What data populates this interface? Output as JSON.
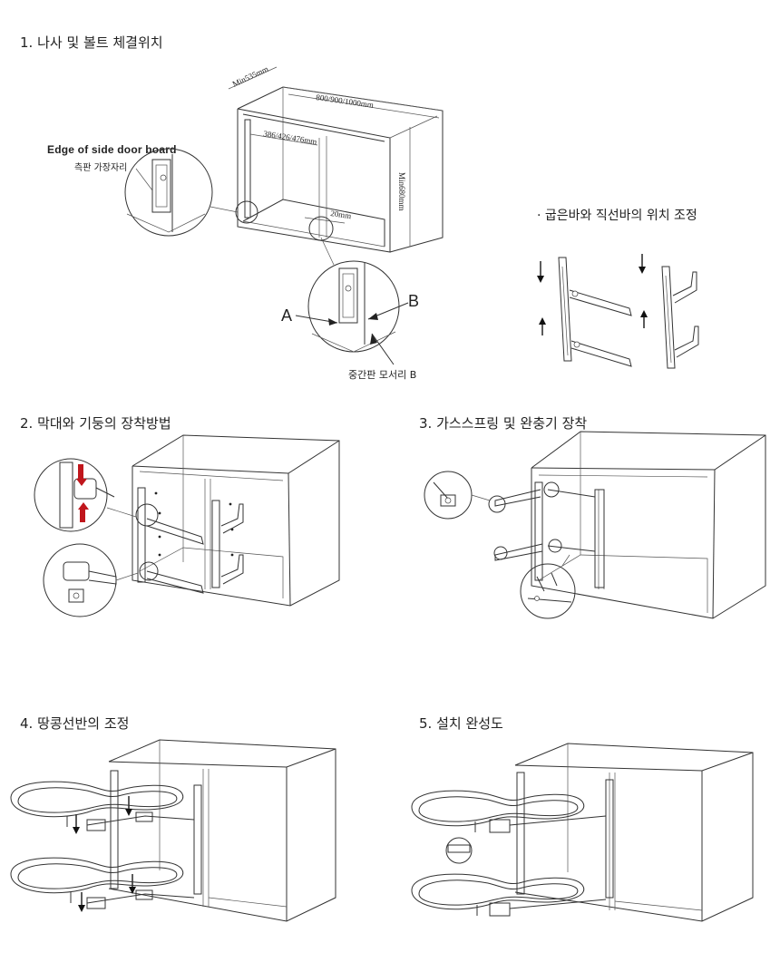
{
  "steps": [
    {
      "title": "1. 나사 및 볼트 체결위치"
    },
    {
      "title": "2. 막대와 기둥의 장착방법"
    },
    {
      "title": "3. 가스스프링 및 완충기 장착"
    },
    {
      "title": "4. 땅콩선반의 조정"
    },
    {
      "title": "5. 설치 완성도"
    }
  ],
  "dimensions": {
    "depth": "Min535mm",
    "width": "800/900/1000mm",
    "post_spacing": "386/426/476mm",
    "height": "Min680mm",
    "offset": "20mm"
  },
  "callouts": {
    "side_board_en": "Edge of side door board",
    "side_board_ko": "측판 가장자리",
    "point_a": "A",
    "point_b": "B",
    "middle_board_b": "중간판 모서리 B"
  },
  "adjust_note": "· 굽은바와 직선바의 위치 조정"
}
